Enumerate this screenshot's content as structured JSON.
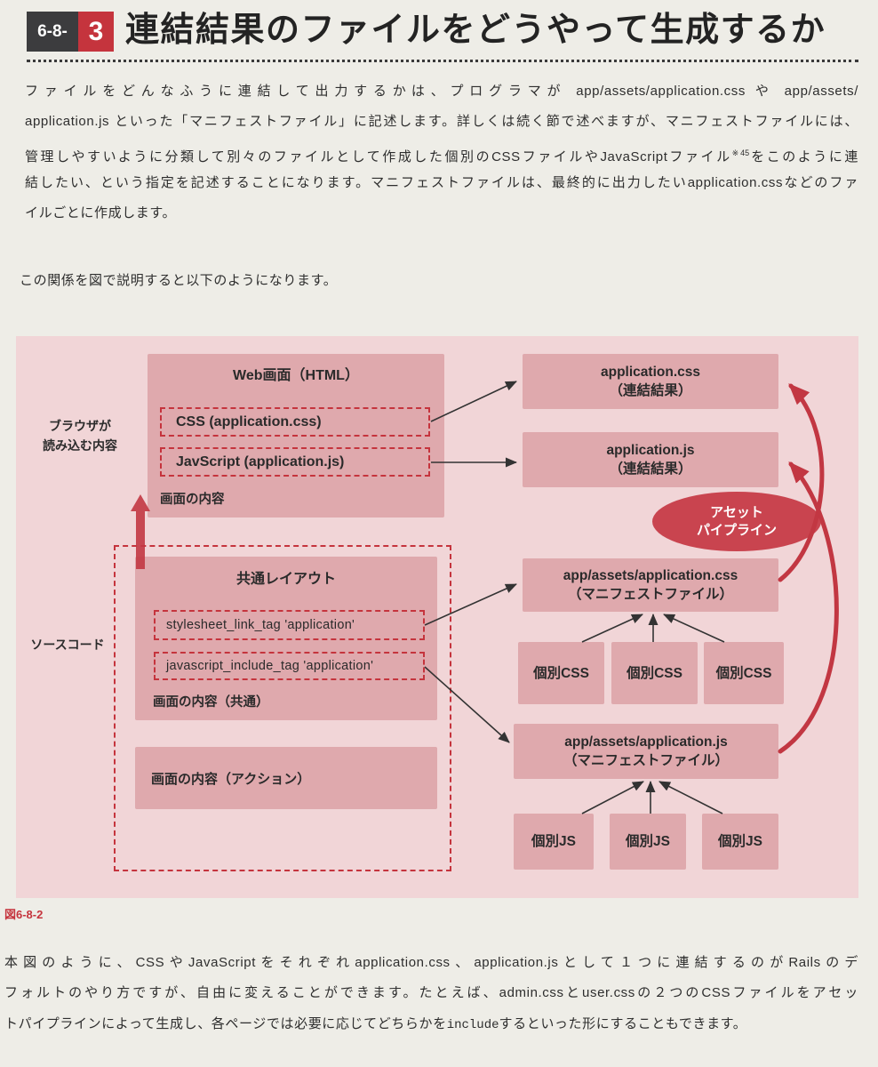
{
  "header": {
    "section_prefix": "6-8-",
    "section_number": "3",
    "title": "連結結果のファイルをどうやって生成するか"
  },
  "intro_lines": [
    {
      "text": "ファイルをどんなふうに連結して出力するかは、プログラマが app/assets/application.css や app/assets/"
    },
    {
      "text": "application.js といった「マニフェストファイル」に記述します。詳しくは続く節で述べますが、マニフェストファイルには、"
    },
    {
      "text": "管理しやすいように分類して別々のファイルとして作成した個別のCSSファイルやJavaScriptファイル",
      "note_ref": "※45",
      "after": "をこのように連"
    },
    {
      "text": "結したい、という指定を記述することになります。マニフェストファイルは、最終的に出力したいapplication.cssなどのファ"
    },
    {
      "text": "イルごとに作成します。"
    }
  ],
  "para2": "この関係を図で説明すると以下のようになります。",
  "diagram": {
    "browser_label": [
      "ブラウザが",
      "読み込む内容"
    ],
    "source_label": "ソースコード",
    "web_screen": {
      "title": "Web画面（HTML）",
      "css_tag": "CSS (application.css)",
      "js_tag": "JavScript (application.js)",
      "content_label": "画面の内容"
    },
    "layout": {
      "title": "共通レイアウト",
      "stylesheet_tag": "stylesheet_link_tag 'application'",
      "javascript_tag": "javascript_include_tag 'application'",
      "content_label": "画面の内容（共通）"
    },
    "action_content": "画面の内容（アクション）",
    "output_css": {
      "name": "application.css",
      "note": "（連結結果）"
    },
    "output_js": {
      "name": "application.js",
      "note": "（連結結果）"
    },
    "pipeline": [
      "アセット",
      "パイプライン"
    ],
    "manifest_css": {
      "path": "app/assets/application.css",
      "note": "（マニフェストファイル）"
    },
    "manifest_js": {
      "path": "app/assets/application.js",
      "note": "（マニフェストファイル）"
    },
    "individual_css": [
      "個別CSS",
      "個別CSS",
      "個別CSS"
    ],
    "individual_js": [
      "個別JS",
      "個別JS",
      "個別JS"
    ]
  },
  "caption": "図6-8-2",
  "closing_lines": [
    {
      "text": "本図のように、CSSやJavaScriptをそれぞれapplication.css、application.jsとして１つに連結するのがRailsのデ"
    },
    {
      "text": "フォルトのやり方ですが、自由に変えることができます。たとえば、admin.cssとuser.cssの２つのCSSファイルをアセッ"
    },
    {
      "text": "トパイプラインによって生成し、各ページでは必要に応じてどちらかを",
      "code": "include",
      "after": "するといった形にすることもできます。"
    }
  ],
  "colors": {
    "page_bg": "#eeede7",
    "accent": "#c5343d",
    "diagram_bg": "#f1d5d7",
    "box_fill": "#dfa9ad",
    "pipeline_fill": "#c9444f",
    "arrow_red": "#c23742",
    "arrow_dark": "#333333",
    "badge_dark": "#3c3c3e"
  }
}
